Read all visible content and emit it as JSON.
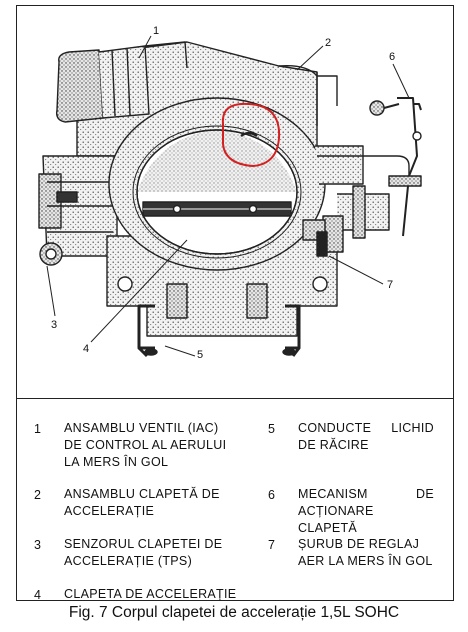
{
  "diagram": {
    "callouts": [
      "1",
      "2",
      "3",
      "4",
      "5",
      "6",
      "7"
    ]
  },
  "legend": {
    "items": [
      {
        "num": "1",
        "lines": [
          "ANSAMBLU VENTIL (IAC)",
          "DE CONTROL AL AERULUI",
          "LA MERS ÎN GOL"
        ]
      },
      {
        "num": "2",
        "lines": [
          "ANSAMBLU CLAPETĂ DE",
          "ACCELERAȚIE"
        ]
      },
      {
        "num": "3",
        "lines": [
          "SENZORUL CLAPETEI DE",
          "ACCELERAȚIE (TPS)"
        ]
      },
      {
        "num": "4",
        "lines": [
          "CLAPETA DE ACCELERAȚIE"
        ]
      },
      {
        "num": "5",
        "lines": [
          "CONDUCTE LICHID",
          "DE RĂCIRE"
        ]
      },
      {
        "num": "6",
        "lines": [
          "MECANISM DE",
          "ACȚIONARE CLAPETĂ"
        ]
      },
      {
        "num": "7",
        "lines": [
          "ȘURUB DE REGLAJ",
          "AER LA MERS ÎN GOL"
        ]
      }
    ]
  },
  "caption": "Fig. 7 Corpul clapetei de accelerație 1,5L SOHC",
  "colors": {
    "line": "#222222",
    "highlight": "#d42020"
  }
}
